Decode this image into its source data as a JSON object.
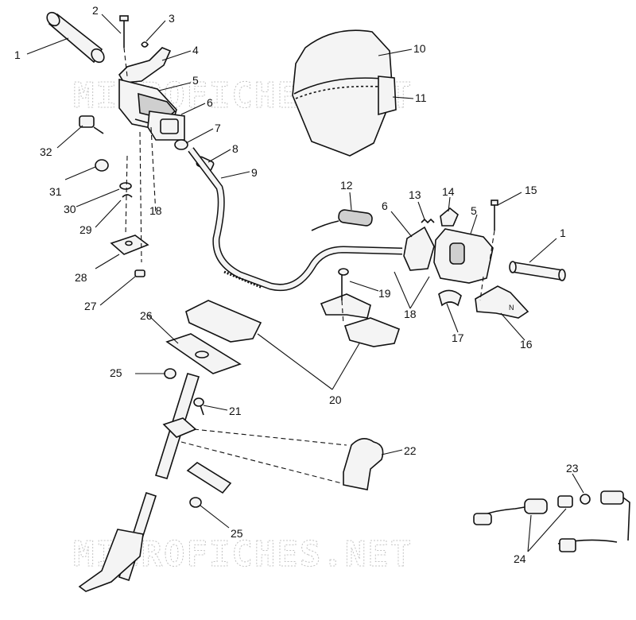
{
  "watermark": {
    "top": "MICROFICHES.NET",
    "bottom": "MICROFICHES.NET"
  },
  "callouts": [
    {
      "id": "c1a",
      "text": "1"
    },
    {
      "id": "c2",
      "text": "2"
    },
    {
      "id": "c3",
      "text": "3"
    },
    {
      "id": "c4",
      "text": "4"
    },
    {
      "id": "c5a",
      "text": "5"
    },
    {
      "id": "c6a",
      "text": "6"
    },
    {
      "id": "c7",
      "text": "7"
    },
    {
      "id": "c8",
      "text": "8"
    },
    {
      "id": "c9",
      "text": "9"
    },
    {
      "id": "c10",
      "text": "10"
    },
    {
      "id": "c11",
      "text": "11"
    },
    {
      "id": "c12",
      "text": "12"
    },
    {
      "id": "c6b",
      "text": "6"
    },
    {
      "id": "c13",
      "text": "13"
    },
    {
      "id": "c14",
      "text": "14"
    },
    {
      "id": "c5b",
      "text": "5"
    },
    {
      "id": "c15",
      "text": "15"
    },
    {
      "id": "c1b",
      "text": "1"
    },
    {
      "id": "c32",
      "text": "32"
    },
    {
      "id": "c31",
      "text": "31"
    },
    {
      "id": "c30",
      "text": "30"
    },
    {
      "id": "c29",
      "text": "29"
    },
    {
      "id": "c18a",
      "text": "18"
    },
    {
      "id": "c28",
      "text": "28"
    },
    {
      "id": "c27",
      "text": "27"
    },
    {
      "id": "c19",
      "text": "19"
    },
    {
      "id": "c18b",
      "text": "18"
    },
    {
      "id": "c17",
      "text": "17"
    },
    {
      "id": "c16",
      "text": "16"
    },
    {
      "id": "c26",
      "text": "26"
    },
    {
      "id": "c25a",
      "text": "25"
    },
    {
      "id": "c20",
      "text": "20"
    },
    {
      "id": "c21",
      "text": "21"
    },
    {
      "id": "c22",
      "text": "22"
    },
    {
      "id": "c25b",
      "text": "25"
    },
    {
      "id": "c23",
      "text": "23"
    },
    {
      "id": "c24",
      "text": "24"
    }
  ]
}
